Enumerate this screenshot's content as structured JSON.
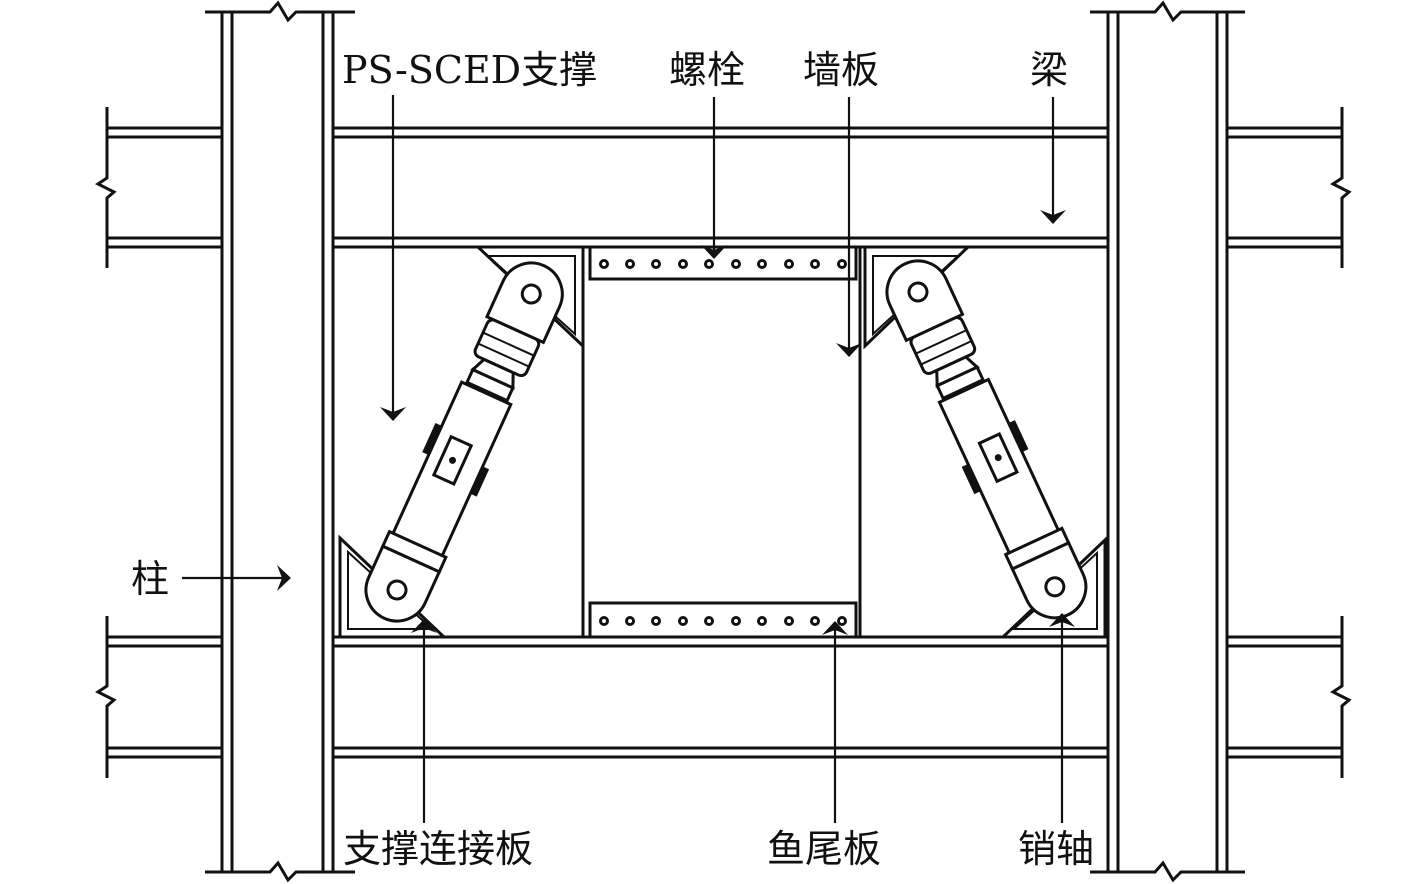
{
  "labels": {
    "brace": "PS-SCED支撑",
    "bolt": "螺栓",
    "wall_panel": "墙板",
    "beam": "梁",
    "column": "柱",
    "brace_gusset": "支撑连接板",
    "fishtail_plate": "鱼尾板",
    "pin": "销轴"
  },
  "colors": {
    "line": "#111111",
    "background": "#ffffff"
  }
}
